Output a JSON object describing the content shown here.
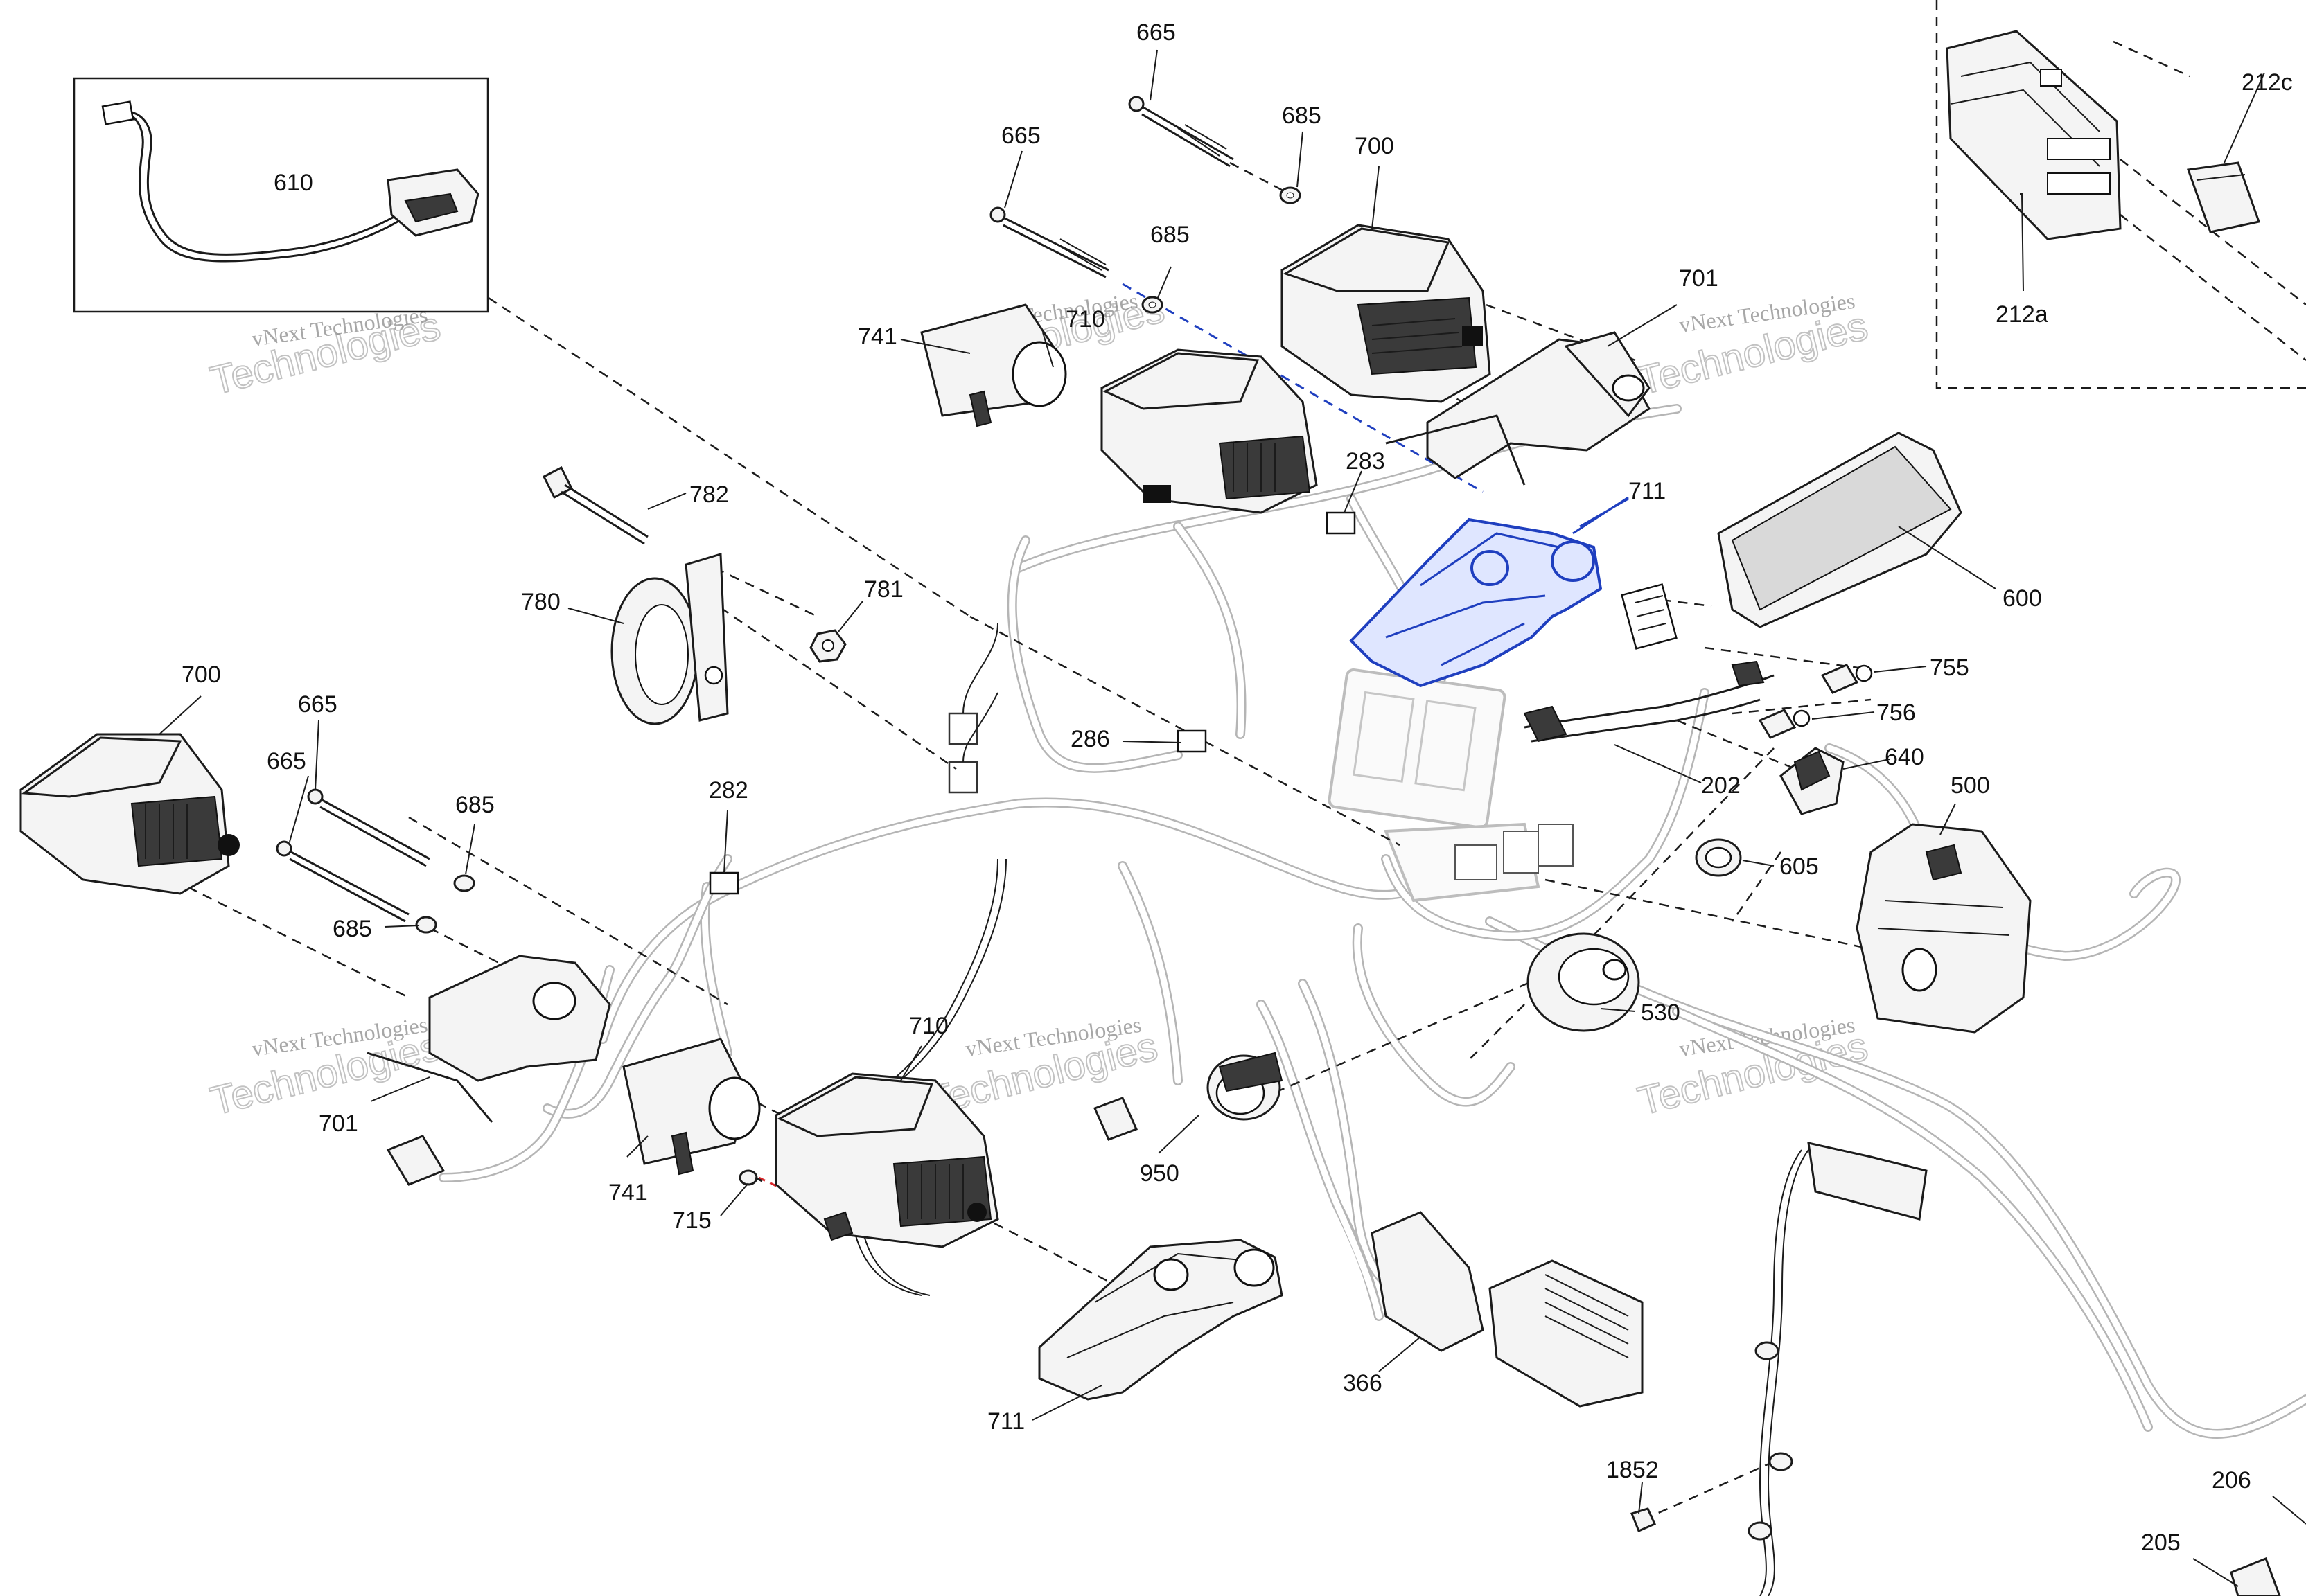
{
  "watermark": {
    "line1": "vNext Technologies",
    "line2": "Technologies"
  },
  "detail_box_labels": {
    "harness_610": "610",
    "c212c": "212c",
    "c212a": "212a"
  },
  "labels": {
    "l665_top": "665",
    "l665_mid": "665",
    "l685_top": "685",
    "l685_mid": "685",
    "l700_top": "700",
    "l710_top": "710",
    "l741_top": "741",
    "l701_top": "701",
    "l711_top": "711",
    "l283": "283",
    "l782": "782",
    "l780": "780",
    "l781": "781",
    "l600": "600",
    "l755": "755",
    "l756": "756",
    "l202": "202",
    "l640": "640",
    "l605": "605",
    "l500": "500",
    "l286": "286",
    "l282": "282",
    "l700_left": "700",
    "l665_left_a": "665",
    "l665_left_b": "665",
    "l685_left_a": "685",
    "l685_left_b": "685",
    "l701_left": "701",
    "l741_left": "741",
    "l710_bot": "710",
    "l715": "715",
    "l950": "950",
    "l530": "530",
    "l711_bot": "711",
    "l366": "366",
    "l1852": "1852",
    "l206": "206",
    "l205": "205"
  },
  "colors": {
    "highlight_part": "#1f3fbf",
    "highlight_fastener_path": "#d8262a",
    "line_art": "#1b1b1b",
    "harness": "#b5b5b5",
    "display_screen": "#d9d9d9"
  }
}
